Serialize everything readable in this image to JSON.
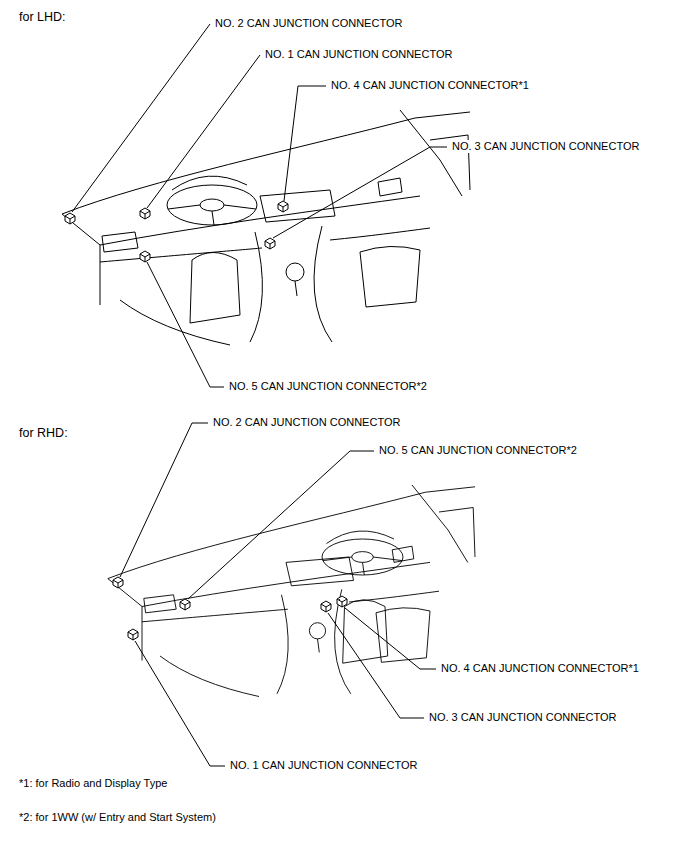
{
  "diagram": {
    "labels": [
      "for LHD:",
      "NO. 2 CAN JUNCTION CONNECTOR",
      "NO. 1 CAN JUNCTION CONNECTOR",
      "NO. 4 CAN JUNCTION CONNECTOR*1",
      "NO. 3 CAN JUNCTION CONNECTOR",
      "NO. 5 CAN JUNCTION CONNECTOR*2",
      "for RHD:",
      "NO. 2 CAN JUNCTION CONNECTOR",
      "NO. 5 CAN JUNCTION CONNECTOR*2",
      "NO. 4 CAN JUNCTION CONNECTOR*1",
      "NO. 3 CAN JUNCTION CONNECTOR",
      "NO. 1 CAN JUNCTION CONNECTOR",
      "*1: for Radio and Display Type",
      "*2: for 1WW (w/ Entry and Start System)"
    ]
  }
}
